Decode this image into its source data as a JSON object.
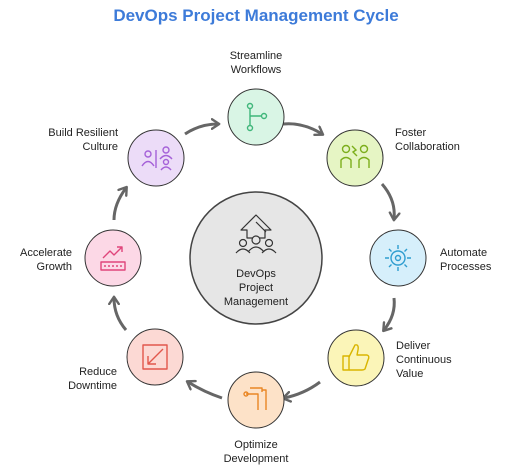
{
  "title": "DevOps Project Management Cycle",
  "center": {
    "line1": "DevOps",
    "line2": "Project",
    "line3": "Management"
  },
  "stages": [
    {
      "line1": "Streamline",
      "line2": "Workflows",
      "color": "#d9f5e5",
      "stroke": "#3fb67a"
    },
    {
      "line1": "Foster",
      "line2": "Collaboration",
      "color": "#e6f5c4",
      "stroke": "#7cae1c"
    },
    {
      "line1": "Automate",
      "line2": "Processes",
      "color": "#d6effb",
      "stroke": "#2f9dd0"
    },
    {
      "line1": "Deliver",
      "line2": "Continuous",
      "line3": "Value",
      "color": "#fbf5b8",
      "stroke": "#d9b500"
    },
    {
      "line1": "Optimize",
      "line2": "Development",
      "color": "#fde2c8",
      "stroke": "#e98624"
    },
    {
      "line1": "Reduce",
      "line2": "Downtime",
      "color": "#fcd9d4",
      "stroke": "#e2574c"
    },
    {
      "line1": "Accelerate",
      "line2": "Growth",
      "color": "#fcd8e6",
      "stroke": "#e0457b"
    },
    {
      "line1": "Build Resilient",
      "line2": "Culture",
      "color": "#ecdcf8",
      "stroke": "#a561d8"
    }
  ]
}
